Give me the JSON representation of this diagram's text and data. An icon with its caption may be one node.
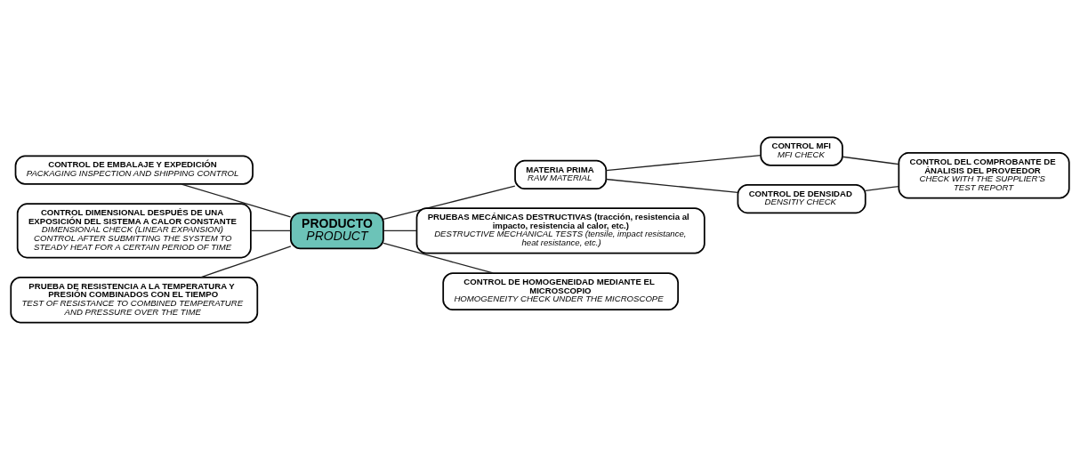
{
  "diagram": {
    "nodes": [
      {
        "text": [
          "CONTROL DE EMBALAJE Y EXPEDICIÓN",
          "PACKAGING INSPECTION AND SHIPPING CONTROL"
        ]
      },
      {
        "text": [
          "MATERIA PRIMA",
          "RAW MATERIAL"
        ]
      },
      {
        "text": [
          "CONTROL MFI",
          "MFI CHECK"
        ]
      },
      {
        "text": [
          "CONTROL DEL COMPROBANTE DE ÁNALISIS DEL PROVEEDOR",
          "CHECK WITH THE SUPPLIER’S TEST REPORT"
        ]
      },
      {
        "text": [
          "CONTROL DE DENSIDAD",
          "DENSITIY CHECK"
        ]
      },
      {
        "text": [
          "PRODUCTO",
          "PRODUCT"
        ]
      },
      {
        "text": [
          "PRUEBAS MECÁNICAS DESTRUCTIVAS (tracción, resistencia al impacto, resistencia al calor, etc.)",
          "DESTRUCTIVE MECHANICAL TESTS (tensile, impact resistance, heat resistance, etc.)"
        ]
      },
      {
        "text": [
          "CONTROL DIMENSIONAL DESPUÉS DE UNA EXPOSICIÓN DEL SISTEMA A CALOR CONSTANTE",
          "DIMENSIONAL CHECK (LINEAR EXPANSION) CONTROL AFTER SUBMITTING THE SYSTEM TO STEADY HEAT FOR A CERTAIN PERIOD OF TIME"
        ]
      },
      {
        "text": [
          "PRUEBA DE RESISTENCIA A LA TEMPERATURA Y PRESIÓN COMBINADOS CON EL TIEMPO",
          "TEST OF RESISTANCE TO COMBINED TEMPERATURE AND PRESSURE OVER THE TIME"
        ]
      },
      {
        "text": [
          "CONTROL DE HOMOGENEIDAD MEDIANTE EL MICROSCOPIO",
          "HOMOGENEITY CHECK UNDER THE MICROSCOPE"
        ]
      }
    ],
    "edges": [
      {
        "from": 5,
        "to": 1,
        "arrow": "none"
      },
      {
        "from": 1,
        "to": 2,
        "arrow": "none"
      },
      {
        "from": 1,
        "to": 4,
        "arrow": "none"
      },
      {
        "from": 2,
        "to": 3,
        "arrow": "none"
      },
      {
        "from": 4,
        "to": 3,
        "arrow": "none"
      },
      {
        "from": 0,
        "to": 5,
        "arrow": "none"
      },
      {
        "from": 5,
        "to": 6,
        "arrow": "none"
      },
      {
        "from": 7,
        "to": 5,
        "arrow": "none"
      },
      {
        "from": 8,
        "to": 5,
        "arrow": "none"
      },
      {
        "from": 5,
        "to": 9,
        "arrow": "none"
      }
    ]
  }
}
